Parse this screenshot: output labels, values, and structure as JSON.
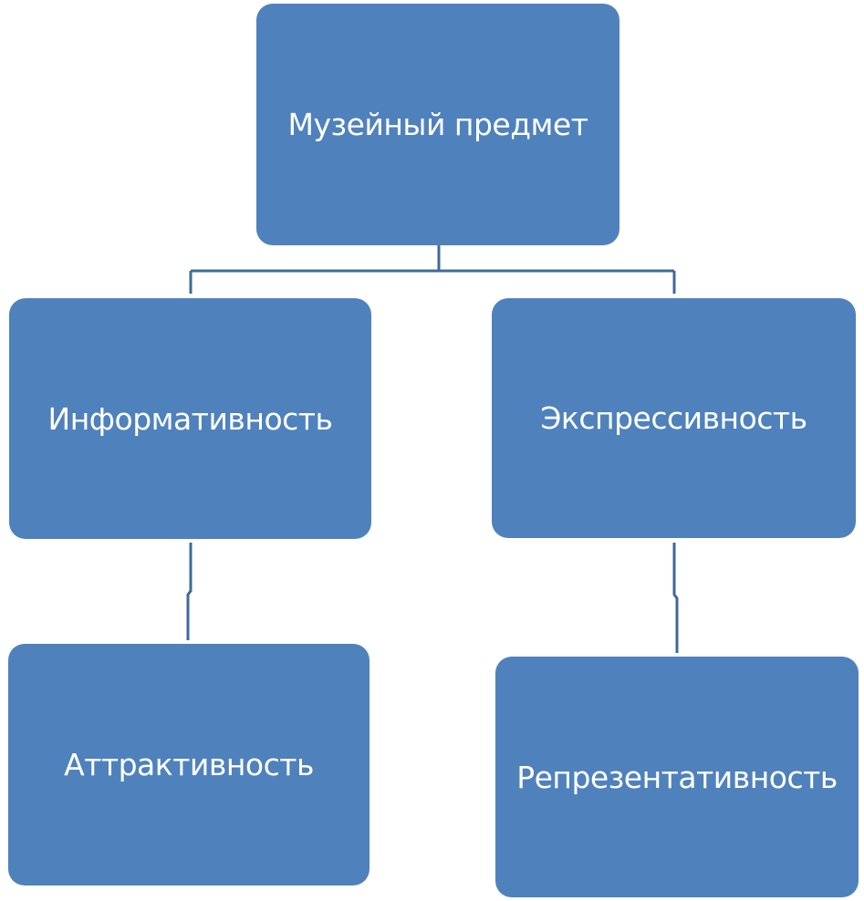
{
  "diagram": {
    "nodes": {
      "root": "Музейный предмет",
      "informativeness": "Информативность",
      "expressiveness": "Экспрессивность",
      "attractiveness": "Аттрактивность",
      "representativeness": "Репрезентативность"
    },
    "colors": {
      "node_fill": "#4f81bd",
      "node_text": "#ffffff",
      "connector": "#3f6a9c"
    }
  }
}
